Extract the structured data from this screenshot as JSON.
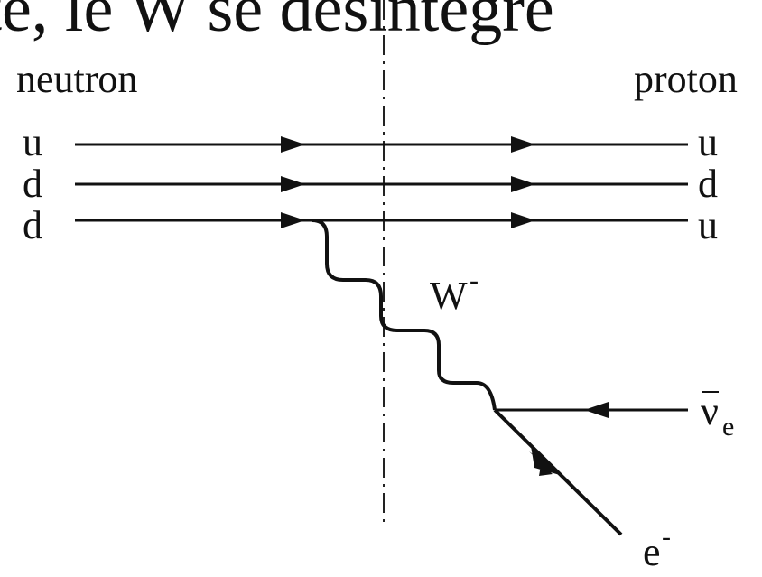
{
  "top_caption": "courte, le W se désintègre",
  "left_header": "neutron",
  "right_header": "proton",
  "left_quarks": [
    "u",
    "d",
    "d"
  ],
  "right_quarks": [
    "u",
    "d",
    "u"
  ],
  "boson": {
    "base": "W",
    "sup": "-"
  },
  "antineutrino": {
    "base": "ν",
    "sub": "e"
  },
  "electron": {
    "base": "e",
    "sup": "-"
  }
}
